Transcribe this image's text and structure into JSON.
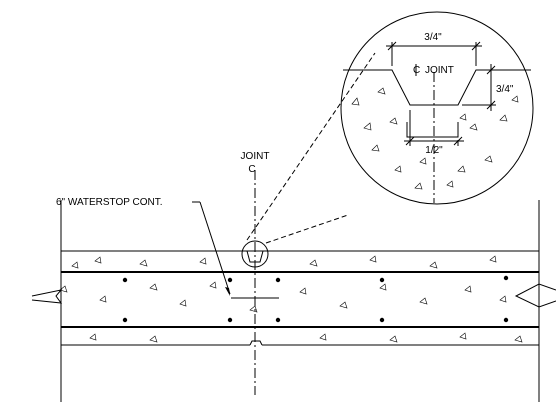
{
  "labels": {
    "top_width": "3/4\"",
    "depth": "3/4\"",
    "bottom_width": "1/2\"",
    "detail_joint": "JOINT",
    "detail_cl": "C",
    "section_joint": "JOINT",
    "section_cl": "C",
    "waterstop": "6\" WATERSTOP CONT."
  },
  "colors": {
    "line": "#000000",
    "background": "#ffffff"
  }
}
